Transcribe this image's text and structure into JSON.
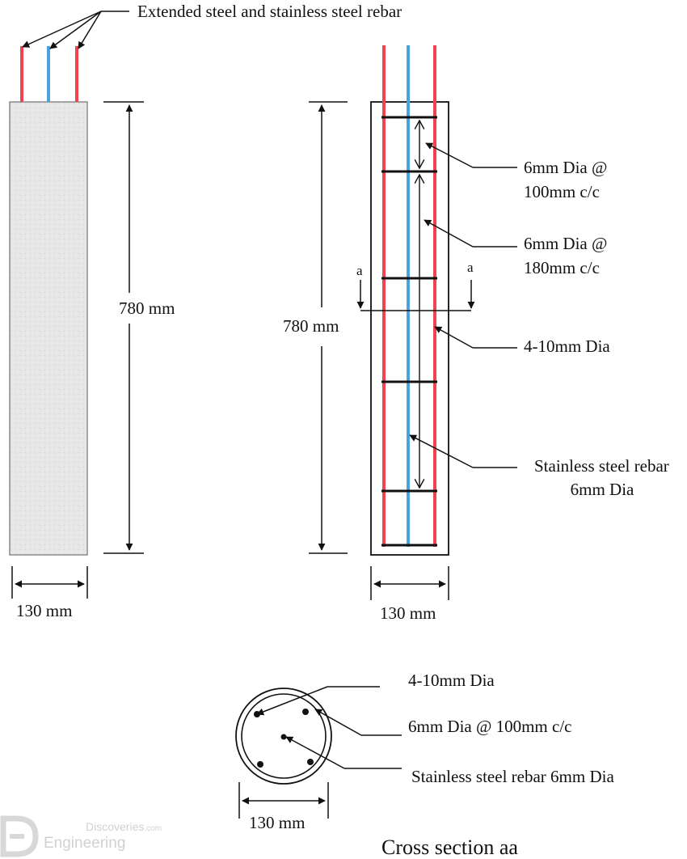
{
  "labels": {
    "extended_rebar": "Extended steel and stainless steel rebar",
    "height_left": "780 mm",
    "width_left": "130 mm",
    "height_right": "780 mm",
    "width_right": "130 mm",
    "stirrup_100": [
      "6mm Dia @",
      "100mm c/c"
    ],
    "stirrup_180": [
      "6mm Dia @",
      "180mm c/c"
    ],
    "main_bars": "4-10mm Dia",
    "stainless_bar": [
      "Stainless steel rebar",
      "6mm Dia"
    ],
    "section_mark_left": "a",
    "section_mark_right": "a",
    "cs_main_bars": "4-10mm Dia",
    "cs_stirrup": "6mm Dia @ 100mm c/c",
    "cs_stainless": "Stainless steel rebar 6mm Dia",
    "cs_width": "130 mm",
    "cs_title": "Cross section aa"
  },
  "watermark": {
    "brand_top": "Discoveries",
    "brand_suffix": ".com",
    "brand_bottom": "Engineering"
  },
  "colors": {
    "steel_rebar": "#f0434f",
    "stainless_rebar": "#4aa3dc",
    "concrete": "#e6e6e6",
    "line": "#111111"
  }
}
